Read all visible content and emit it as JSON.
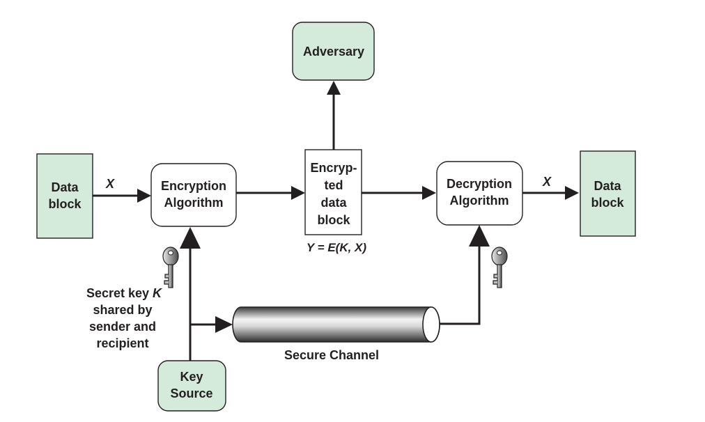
{
  "nodes": {
    "data_block_left": [
      "Data",
      "block"
    ],
    "encryption_algorithm": [
      "Encryption",
      "Algorithm"
    ],
    "encrypted_data_block": [
      "Encryp-",
      "ted",
      "data",
      "block"
    ],
    "decryption_algorithm": [
      "Decryption",
      "Algorithm"
    ],
    "data_block_right": [
      "Data",
      "block"
    ],
    "adversary": [
      "Adversary"
    ],
    "key_source": [
      "Key",
      "Source"
    ]
  },
  "labels": {
    "x_left": "X",
    "x_right": "X",
    "ciphertext_formula": "Y = E(K, X)",
    "secret_key_line1": "Secret key ",
    "secret_key_k": "K",
    "secret_key_line2": "shared by",
    "secret_key_line3": "sender and",
    "secret_key_line4": "recipient",
    "secure_channel": "Secure Channel"
  },
  "colors": {
    "box_fill": "#d4eadb",
    "ink": "#231f20"
  },
  "icons": [
    "key-icon",
    "key-icon"
  ]
}
